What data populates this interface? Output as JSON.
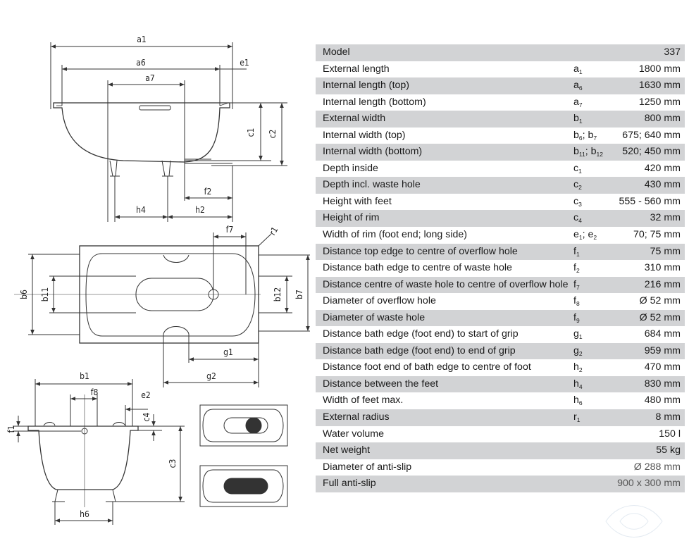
{
  "dimension_labels": {
    "a1": "a1",
    "a6": "a6",
    "a7": "a7",
    "e1": "e1",
    "c1": "c1",
    "c2": "c2",
    "f2": "f2",
    "h4": "h4",
    "h2": "h2",
    "f7": "f7",
    "r1": "r1",
    "b6": "b6",
    "b11": "b11",
    "b12": "b12",
    "b7": "b7",
    "g1": "g1",
    "g2": "g2",
    "b1": "b1",
    "f8": "f8",
    "e2": "e2",
    "f1": "f1",
    "c4": "c4",
    "c3": "c3",
    "h6": "h6"
  },
  "spec_table": {
    "rows": [
      {
        "label": "Model",
        "symbol": "",
        "sub": "",
        "value": "337"
      },
      {
        "label": "External length",
        "symbol": "a",
        "sub": "1",
        "value": "1800 mm"
      },
      {
        "label": "Internal length (top)",
        "symbol": "a",
        "sub": "6",
        "value": "1630 mm"
      },
      {
        "label": "Internal length (bottom)",
        "symbol": "a",
        "sub": "7",
        "value": "1250 mm"
      },
      {
        "label": "External width",
        "symbol": "b",
        "sub": "1",
        "value": "800 mm"
      },
      {
        "label": "Internal width (top)",
        "symbol": "b",
        "sub": "6",
        "symbol2": "; b",
        "sub2": "7",
        "value": "675; 640 mm"
      },
      {
        "label": "Internal width (bottom)",
        "symbol": "b",
        "sub": "11",
        "symbol2": "; b",
        "sub2": "12",
        "value": "520; 450 mm"
      },
      {
        "label": "Depth inside",
        "symbol": "c",
        "sub": "1",
        "value": "420 mm"
      },
      {
        "label": "Depth incl. waste hole",
        "symbol": "c",
        "sub": "2",
        "value": "430 mm"
      },
      {
        "label": "Height with feet",
        "symbol": "c",
        "sub": "3",
        "value": "555 - 560 mm"
      },
      {
        "label": "Height of rim",
        "symbol": "c",
        "sub": "4",
        "value": "32 mm"
      },
      {
        "label": "Width of rim (foot end; long side)",
        "symbol": "e",
        "sub": "1",
        "symbol2": "; e",
        "sub2": "2",
        "value": "70; 75 mm"
      },
      {
        "label": "Distance top edge to centre of overflow hole",
        "symbol": "f",
        "sub": "1",
        "value": "75 mm"
      },
      {
        "label": "Distance bath edge to centre of waste hole",
        "symbol": "f",
        "sub": "2",
        "value": "310 mm"
      },
      {
        "label": "Distance centre of waste hole to centre of overflow hole",
        "symbol": "f",
        "sub": "7",
        "value": "216 mm"
      },
      {
        "label": "Diameter of overflow hole",
        "symbol": "f",
        "sub": "8",
        "value": "Ø 52 mm"
      },
      {
        "label": "Diameter of waste hole",
        "symbol": "f",
        "sub": "9",
        "value": "Ø 52 mm"
      },
      {
        "label": "Distance bath edge  (foot end) to start of grip",
        "symbol": "g",
        "sub": "1",
        "value": "684 mm"
      },
      {
        "label": "Distance bath edge  (foot end) to end of grip",
        "symbol": "g",
        "sub": "2",
        "value": "959 mm"
      },
      {
        "label": "Distance foot end of bath edge to centre of foot",
        "symbol": "h",
        "sub": "2",
        "value": "470 mm"
      },
      {
        "label": "Distance between the feet",
        "symbol": "h",
        "sub": "4",
        "value": "830 mm"
      },
      {
        "label": "Width of feet max.",
        "symbol": "h",
        "sub": "6",
        "value": "480 mm"
      },
      {
        "label": "External radius",
        "symbol": "r",
        "sub": "1",
        "value": "8 mm"
      },
      {
        "label": "Water volume",
        "symbol": "",
        "sub": "",
        "value": "150 l"
      },
      {
        "label": "Net weight",
        "symbol": "",
        "sub": "",
        "value": "55 kg"
      },
      {
        "label": "Diameter of anti-slip",
        "symbol": "",
        "sub": "",
        "value": "Ø 288 mm"
      },
      {
        "label": "Full anti-slip",
        "symbol": "",
        "sub": "",
        "value": "900 x 300 mm"
      }
    ]
  },
  "colors": {
    "stripe": "#d2d3d5",
    "line": "#333333"
  }
}
